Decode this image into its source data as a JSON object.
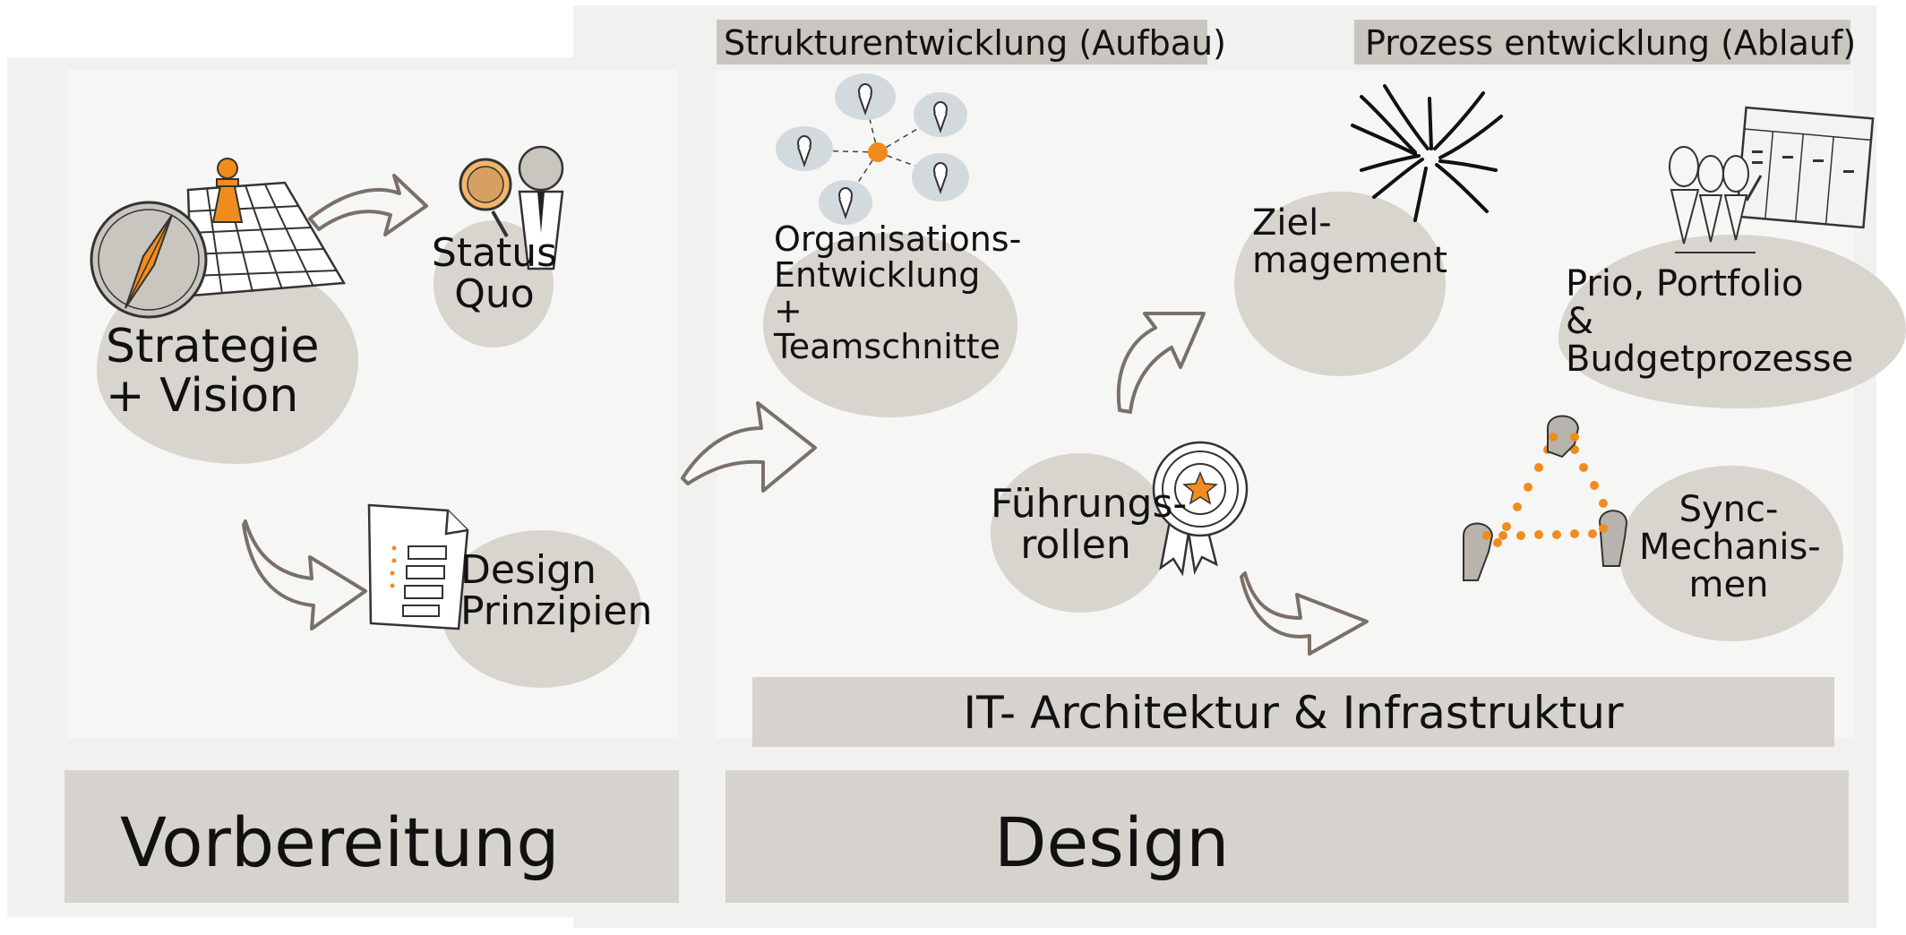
{
  "colors": {
    "accent": "#f08c1e",
    "blob": "#d8d4ce",
    "band": "#d6d3ce",
    "ink": "#111111",
    "arrow": "#7a7068"
  },
  "headers": {
    "struktur": "Strukturentwicklung (Aufbau)",
    "prozess": "Prozess entwicklung (Ablauf)"
  },
  "nodes": {
    "strategie": "Strategie\n+ Vision",
    "status_quo": "Status\nQuo",
    "design_prinzipien": "Design\nPrinzipien",
    "organisation": "Organisations-\nEntwicklung\n+ Teamschnitte",
    "fuehrung": "Führungs-\nrollen",
    "ziel": "Ziel-\nmagement",
    "prio": "Prio, Portfolio\n& Budgetprozesse",
    "sync": "Sync-\nMechanis-\nmen"
  },
  "infra_bar": "IT- Architektur & Infrastruktur",
  "phases": {
    "vorbereitung": "Vorbereitung",
    "design": "Design"
  },
  "icons": [
    "compass-icon",
    "chess-pawn-icon",
    "grid-board-icon",
    "magnifier-icon",
    "businessman-icon",
    "document-list-icon",
    "network-people-icon",
    "award-rosette-icon",
    "hands-together-icon",
    "kanban-board-icon",
    "heads-triangle-icon",
    "curved-arrow-icon"
  ]
}
